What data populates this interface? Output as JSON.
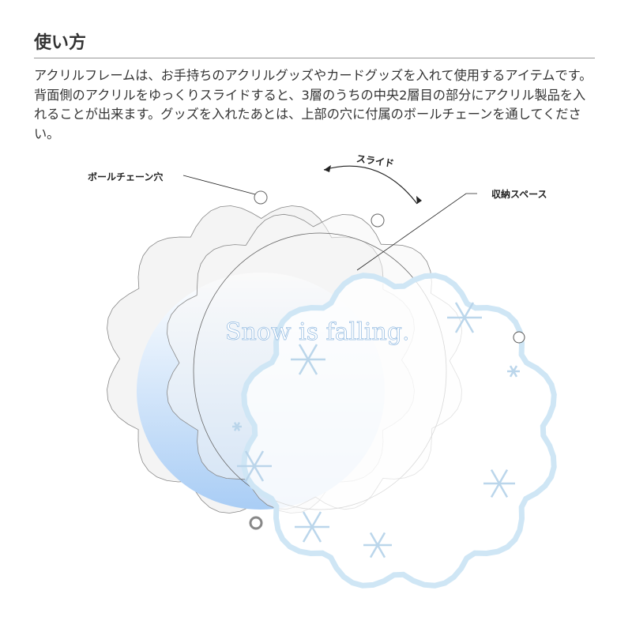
{
  "heading": "使い方",
  "description": "アクリルフレームは、お手持ちのアクリルグッズやカードグッズを入れて使用するアイテムです。背面側のアクリルをゆっくりスライドすると、3層のうちの中央2層目の部分にアクリル製品を入れることが出来ます。グッズを入れたあとは、上部の穴に付属のボールチェーンを通してください。",
  "labels": {
    "chain_hole": "ボールチェーン穴",
    "slide": "スライド",
    "storage": "収納スペース"
  },
  "artwork_text": "Snow is falling.",
  "colors": {
    "frame_border": "#cfe6f5",
    "gradient_bottom": "#a9cdf5"
  }
}
